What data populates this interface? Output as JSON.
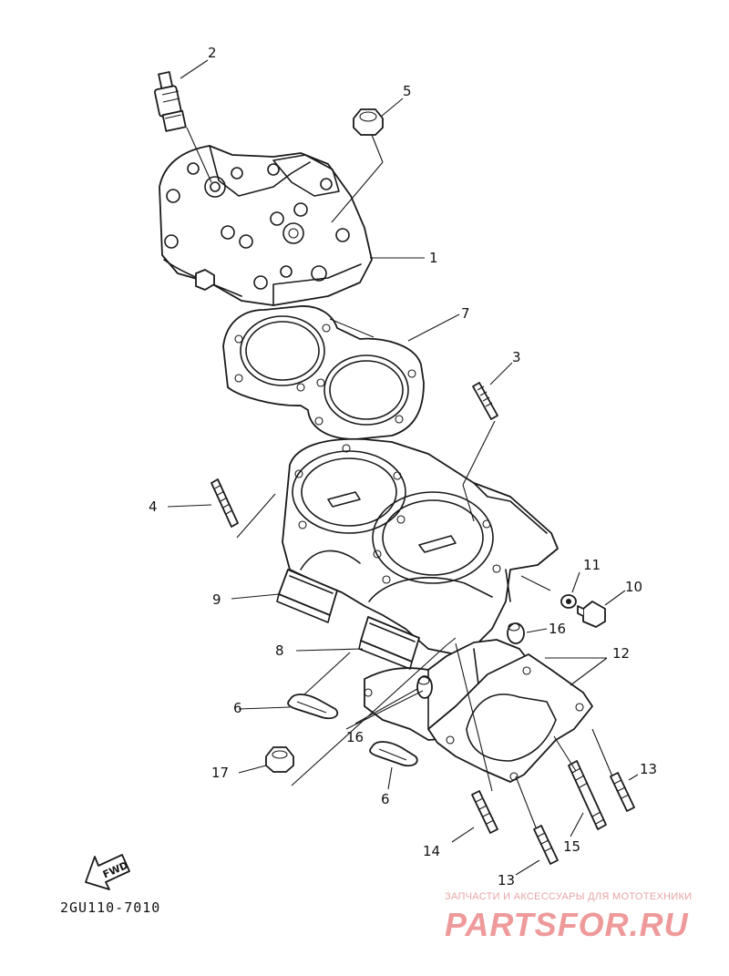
{
  "diagram": {
    "callouts": [
      {
        "id": "c2",
        "label": "2"
      },
      {
        "id": "c5",
        "label": "5"
      },
      {
        "id": "c1",
        "label": "1"
      },
      {
        "id": "c7",
        "label": "7"
      },
      {
        "id": "c3",
        "label": "3"
      },
      {
        "id": "c4",
        "label": "4"
      },
      {
        "id": "c11",
        "label": "11"
      },
      {
        "id": "c10",
        "label": "10"
      },
      {
        "id": "c9",
        "label": "9"
      },
      {
        "id": "c16a",
        "label": "16"
      },
      {
        "id": "c8",
        "label": "8"
      },
      {
        "id": "c12",
        "label": "12"
      },
      {
        "id": "c6a",
        "label": "6"
      },
      {
        "id": "c16b",
        "label": "16"
      },
      {
        "id": "c17",
        "label": "17"
      },
      {
        "id": "c13a",
        "label": "13"
      },
      {
        "id": "c6b",
        "label": "6"
      },
      {
        "id": "c15",
        "label": "15"
      },
      {
        "id": "c14",
        "label": "14"
      },
      {
        "id": "c13b",
        "label": "13"
      }
    ],
    "fwd_label": "FWD",
    "diagram_code": "2GU110-7010"
  },
  "watermark": {
    "tagline": "ЗАПЧАСТИ И АКСЕССУАРЫ ДЛЯ МОТОТЕХНИКИ",
    "logo": "PARTSFOR.RU",
    "color": "#ef9a9a"
  }
}
